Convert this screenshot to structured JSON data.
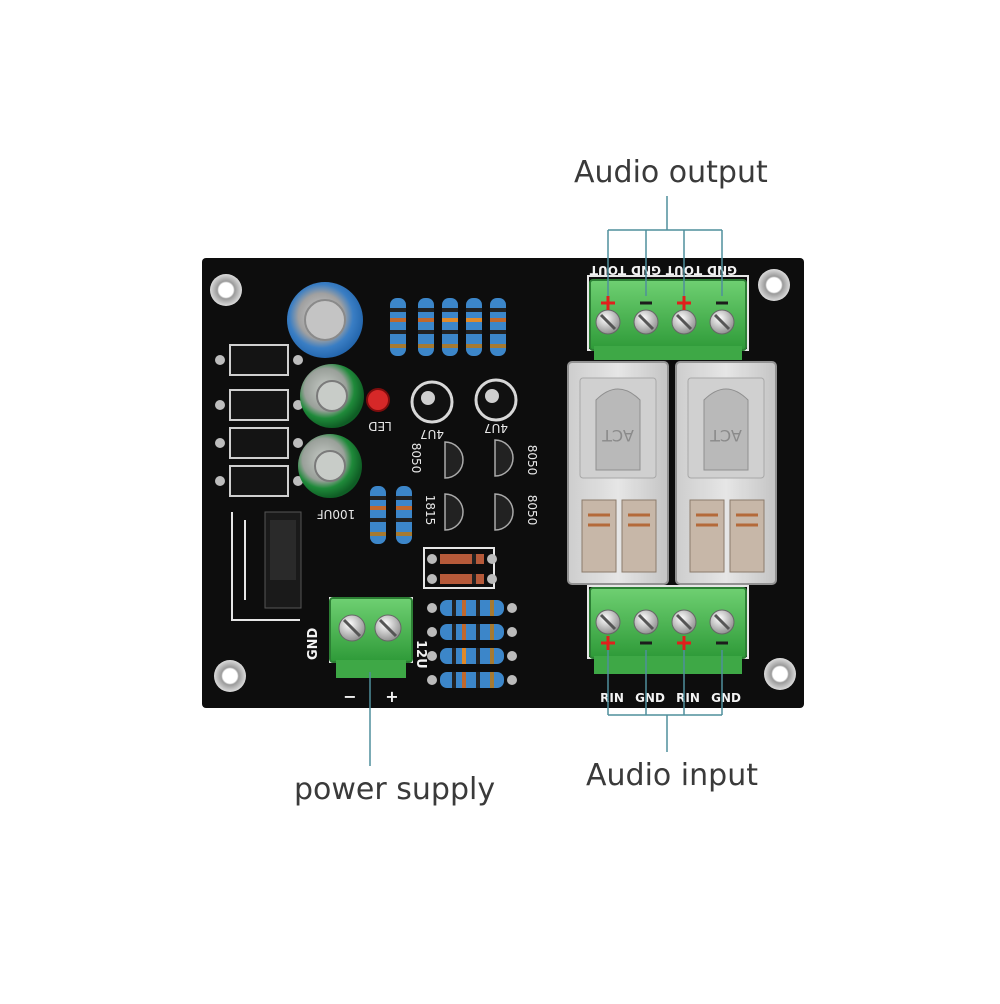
{
  "annotations": {
    "audio_output": "Audio output",
    "audio_input": "Audio input",
    "power_supply": "power supply"
  },
  "board": {
    "top_header": [
      "TOUT",
      "GND",
      "TOUT",
      "GND"
    ],
    "bottom_header": [
      "RIN",
      "GND",
      "RIN",
      "GND"
    ],
    "power_gnd": "GND",
    "power_voltage": "12U",
    "minus": "−",
    "plus": "+",
    "transistor_1": "8050",
    "transistor_2": "8050",
    "transistor_3": "8050",
    "transistor_4": "1815",
    "cap_1": "4U7",
    "cap_2": "4U7",
    "cap_3": "100UF",
    "led": "LED",
    "relay_brand": "ACT"
  },
  "colors": {
    "pcb": "#0d0d0d",
    "terminal": "#4bb84f",
    "leader": "#4f8f9c",
    "plus_mark": "#e0201c"
  }
}
